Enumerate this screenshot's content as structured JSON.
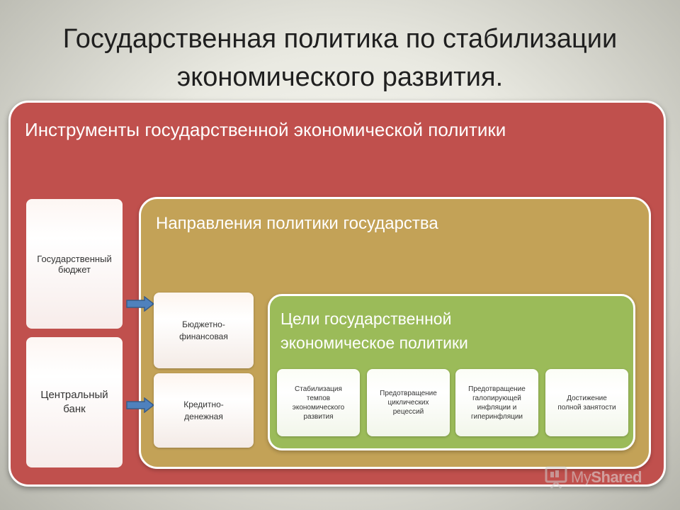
{
  "title": "Государственная политика по стабилизации\nэкономического развития.",
  "instruments": {
    "heading": "Инструменты государственной экономической политики",
    "items": [
      {
        "label": "Государственный\nбюджет"
      },
      {
        "label": "Центральный\nбанк"
      }
    ]
  },
  "directions": {
    "heading": "Направления политики государства",
    "items": [
      {
        "label": "Бюджетно-\nфинансовая"
      },
      {
        "label": "Кредитно-\nденежная"
      }
    ]
  },
  "goals": {
    "heading": "Цели государственной\nэкономическое политики",
    "items": [
      {
        "label": "Стабилизация\nтемпов\nэкономического\nразвития"
      },
      {
        "label": "Предотвращение\nциклических\nрецессий"
      },
      {
        "label": "Предотвращение\nгалопирующей\nинфляции и\nгиперинфляции"
      },
      {
        "label": "Достижение\nполной занятости"
      }
    ]
  },
  "watermark": {
    "text_light": "My",
    "text_bold": "Shared",
    "icon": "presentation-board-icon"
  },
  "colors": {
    "outer_panel": "#c0504d",
    "middle_panel": "#c3a257",
    "inner_panel": "#9bbb59",
    "arrow": "#4f81bd"
  }
}
